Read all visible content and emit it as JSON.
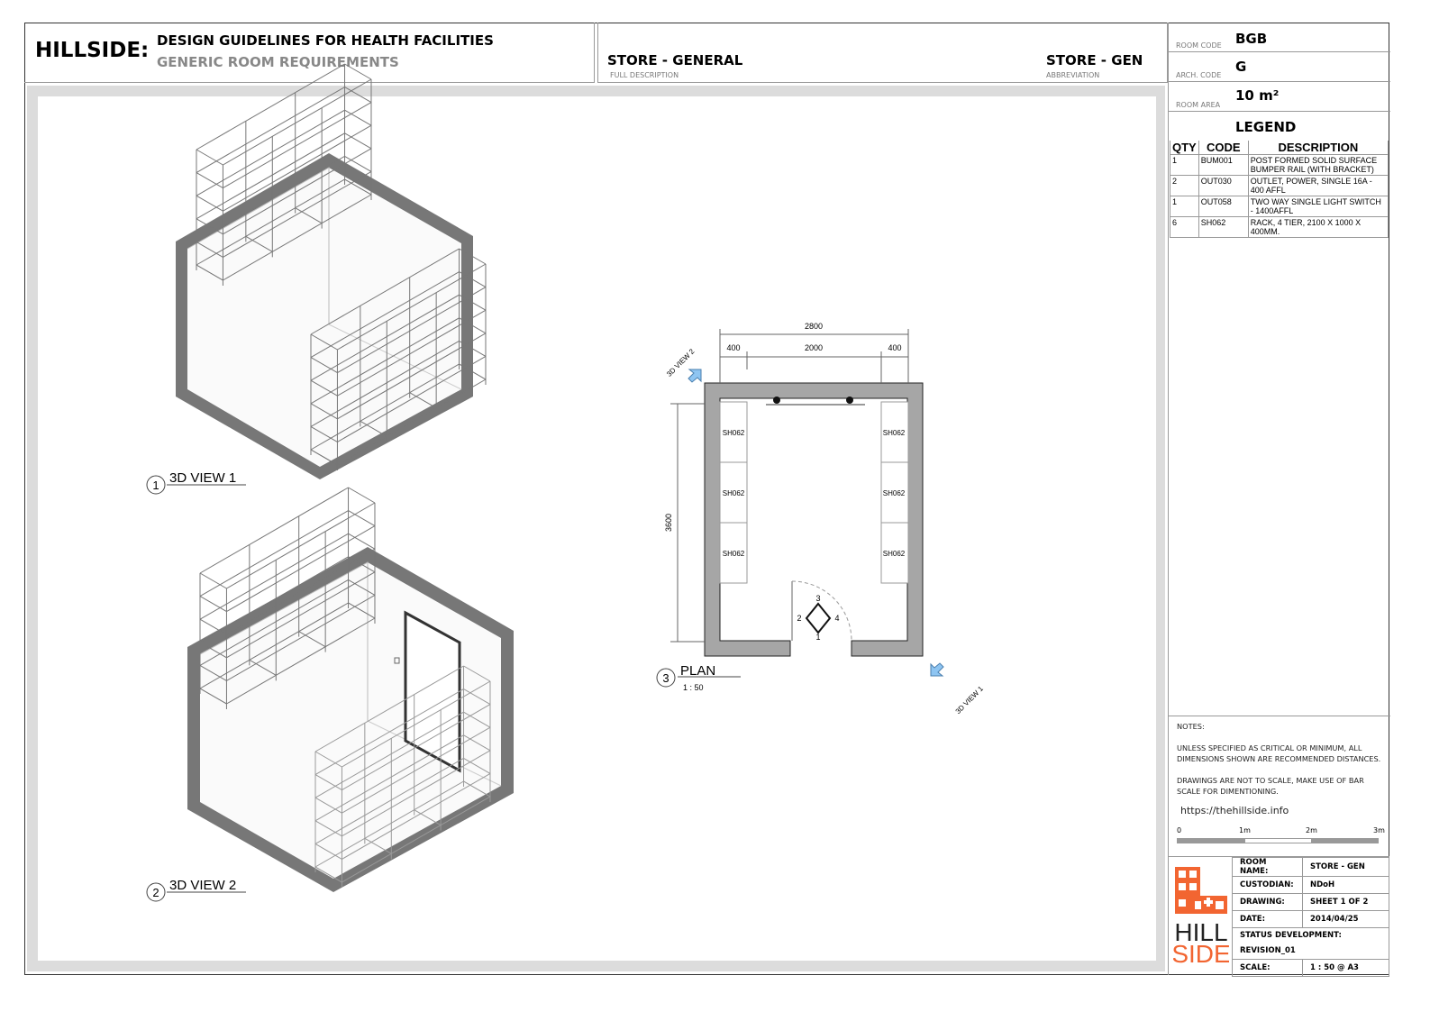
{
  "header": {
    "brand": "HILLSIDE:",
    "title": "DESIGN GUIDELINES FOR HEALTH FACILITIES",
    "subtitle": "GENERIC ROOM REQUIREMENTS",
    "full_description": "STORE - GENERAL",
    "full_description_label": "FULL DESCRIPTION",
    "abbreviation": "STORE - GEN",
    "abbreviation_label": "ABBREVIATION"
  },
  "room": {
    "room_code_label": "ROOM CODE",
    "room_code": "BGB",
    "arch_code_label": "ARCH. CODE",
    "arch_code": "G",
    "room_area_label": "ROOM AREA",
    "room_area": "10 m²"
  },
  "legend": {
    "title": "LEGEND",
    "headers": [
      "QTY",
      "CODE",
      "DESCRIPTION"
    ],
    "rows": [
      [
        "1",
        "BUM001",
        "POST FORMED SOLID SURFACE BUMPER RAIL (WITH BRACKET)"
      ],
      [
        "2",
        "OUT030",
        "OUTLET, POWER, SINGLE 16A - 400 AFFL"
      ],
      [
        "1",
        "OUT058",
        "TWO WAY SINGLE LIGHT SWITCH - 1400AFFL"
      ],
      [
        "6",
        "SH062",
        "RACK, 4 TIER, 2100 X 1000 X 400MM."
      ]
    ]
  },
  "notes": {
    "title": "NOTES:",
    "note1": "UNLESS SPECIFIED AS CRITICAL OR MINIMUM, ALL DIMENSIONS SHOWN ARE RECOMMENDED DISTANCES.",
    "note2": "DRAWINGS ARE NOT TO SCALE, MAKE USE OF BAR SCALE FOR DIMENTIONING.",
    "url": "https://thehillside.info"
  },
  "scale_bar": {
    "ticks": [
      "0",
      "1m",
      "2m",
      "3m"
    ]
  },
  "title_block": {
    "logo_top": "HILL",
    "logo_bottom": "SIDE",
    "room_name_label": "ROOM NAME:",
    "room_name": "STORE - GEN",
    "custodian_label": "CUSTODIAN:",
    "custodian": "NDoH",
    "drawing_label": "DRAWING:",
    "drawing": "SHEET 1 OF 2",
    "date_label": "DATE:",
    "date": "2014/04/25",
    "status_label": "STATUS DEVELOPMENT:",
    "status": "REVISION_01",
    "scale_label": "SCALE:",
    "scale": "1 : 50 @ A3"
  },
  "views": {
    "v1_num": "1",
    "v1_title": "3D VIEW 1",
    "v2_num": "2",
    "v2_title": "3D VIEW 2",
    "plan_num": "3",
    "plan_title": "PLAN",
    "plan_scale": "1 : 50"
  },
  "plan": {
    "dim_total": "2800",
    "dim_left": "400",
    "dim_mid": "2000",
    "dim_right": "400",
    "dim_height": "3600",
    "rack_label": "SH062",
    "cam2": "3D VIEW 2",
    "cam1": "3D VIEW 1",
    "n1": "1",
    "n2": "2",
    "n3": "3",
    "n4": "4"
  },
  "colors": {
    "accent": "#f26531",
    "wall": "#a6a6a6",
    "camera": "#8ec5f2"
  }
}
